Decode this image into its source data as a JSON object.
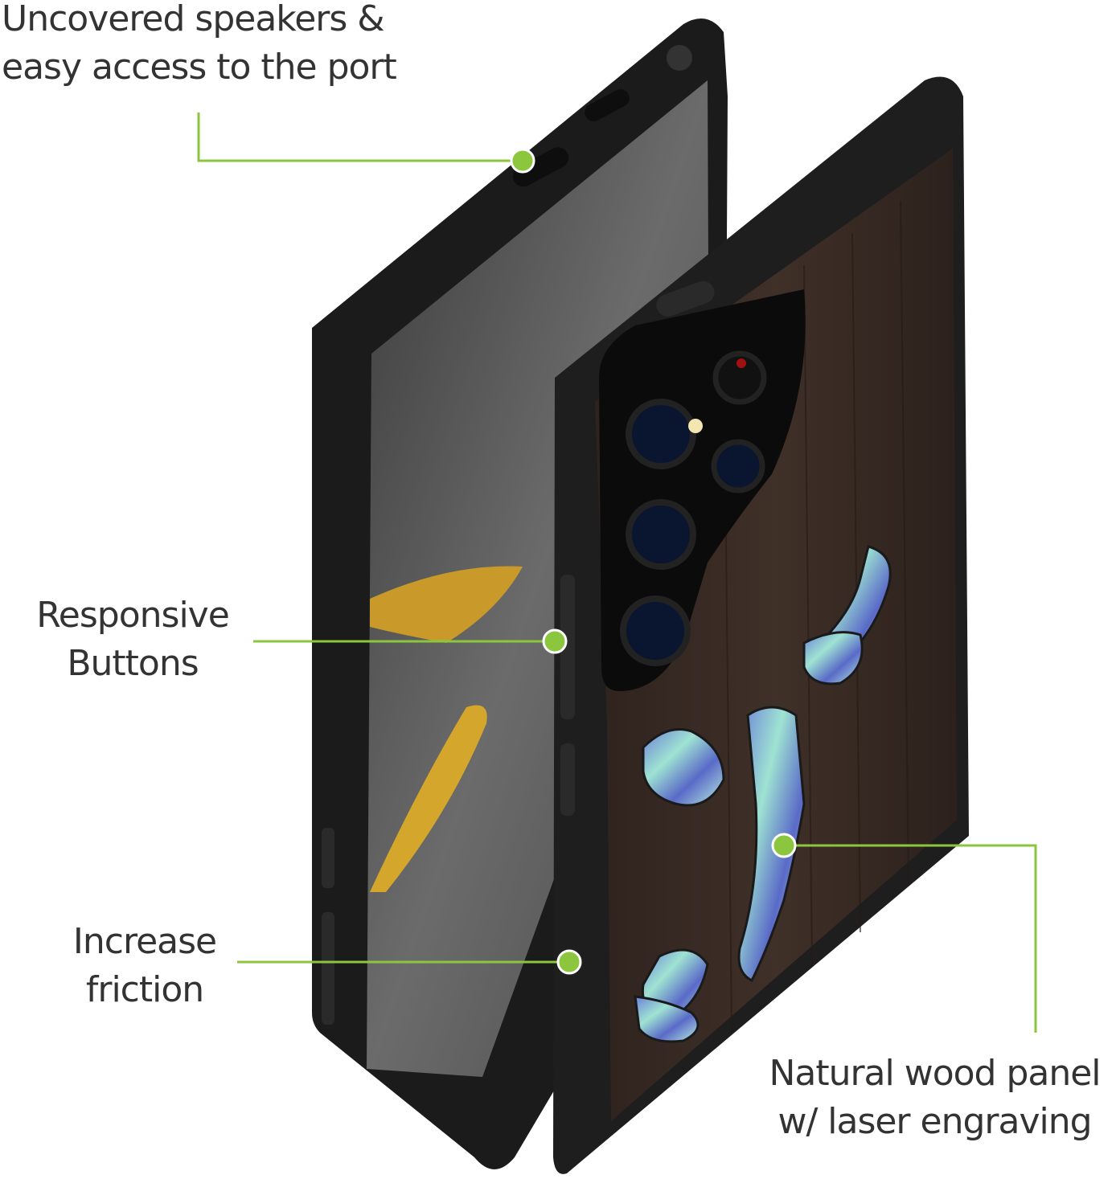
{
  "callouts": {
    "speakers": {
      "line1": "Uncovered speakers &",
      "line2": "easy access to the port"
    },
    "buttons": {
      "line1": "Responsive",
      "line2": "Buttons"
    },
    "friction": {
      "line1": "Increase",
      "line2": "friction"
    },
    "wood": {
      "line1": "Natural wood panel",
      "line2": "w/ laser engraving"
    }
  },
  "colors": {
    "accent": "#8cc63f",
    "case_black": "#1e1e1e",
    "wood": "#3a2b24",
    "label_text": "#333333"
  },
  "icons": {
    "callout_dot": "green-dot-icon",
    "scorpion": "abalone-scorpion-inlay"
  }
}
